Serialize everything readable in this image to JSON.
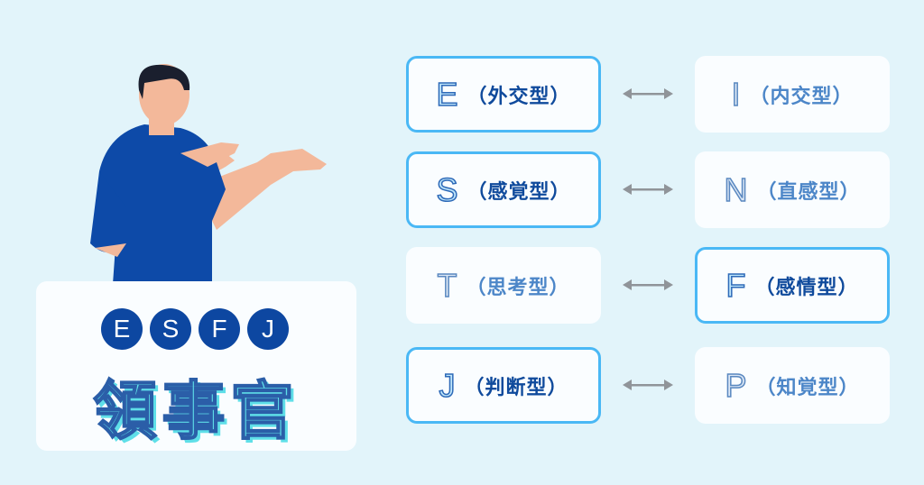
{
  "pairs": [
    {
      "left": {
        "letter": "E",
        "label": "（外交型）",
        "selected": true
      },
      "right": {
        "letter": "I",
        "label": "（内交型）",
        "selected": false
      }
    },
    {
      "left": {
        "letter": "S",
        "label": "（感覚型）",
        "selected": true
      },
      "right": {
        "letter": "N",
        "label": "（直感型）",
        "selected": false
      }
    },
    {
      "left": {
        "letter": "T",
        "label": "（思考型）",
        "selected": false
      },
      "right": {
        "letter": "F",
        "label": "（感情型）",
        "selected": true
      }
    },
    {
      "left": {
        "letter": "J",
        "label": "（判断型）",
        "selected": true
      },
      "right": {
        "letter": "P",
        "label": "（知覚型）",
        "selected": false
      }
    }
  ],
  "type": {
    "letters": [
      "E",
      "S",
      "F",
      "J"
    ],
    "name": "領事官"
  },
  "colors": {
    "background": "#e2f4fa",
    "accent": "#4ab8f5",
    "dark": "#0d47a1"
  }
}
